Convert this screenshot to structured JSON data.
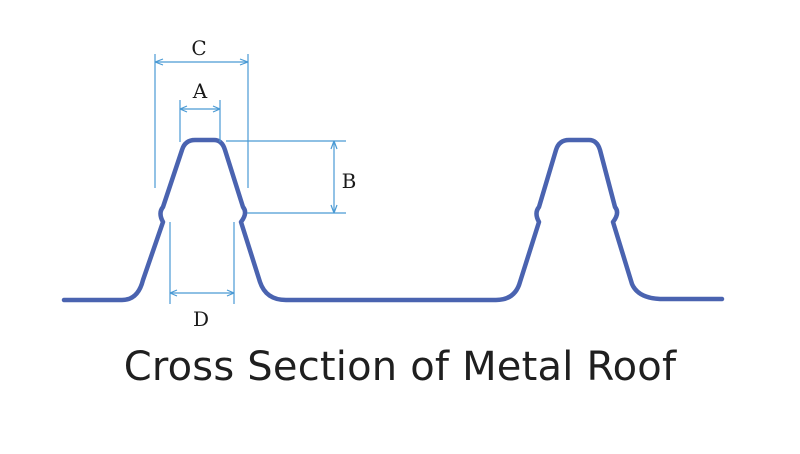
{
  "diagram": {
    "caption": "Cross Section of Metal Roof",
    "labels": {
      "a": "A",
      "b": "B",
      "c": "C",
      "d": "D"
    },
    "colors": {
      "profile": "#4a63b0",
      "dimension": "#4a9ad4"
    }
  }
}
